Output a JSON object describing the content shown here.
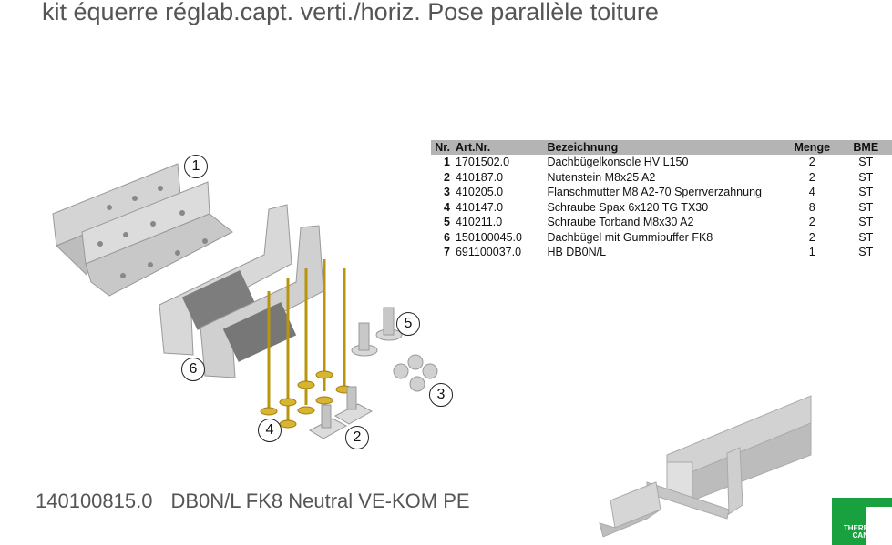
{
  "title": "kit équerre réglab.capt. verti./horiz. Pose parallèle toiture",
  "footer": {
    "article_number": "140100815.0",
    "description": "DB0N/L FK8 Neutral VE-KOM PE"
  },
  "parts_table": {
    "headers": [
      "Nr.",
      "Art.Nr.",
      "Bezeichnung",
      "Menge",
      "BME"
    ],
    "rows": [
      {
        "nr": "1",
        "art": "1701502.0",
        "bez": "Dachbügelkonsole HV L150",
        "menge": "2",
        "bme": "ST"
      },
      {
        "nr": "2",
        "art": "410187.0",
        "bez": "Nutenstein M8x25 A2",
        "menge": "2",
        "bme": "ST"
      },
      {
        "nr": "3",
        "art": "410205.0",
        "bez": "Flanschmutter M8 A2-70 Sperrverzahnung",
        "menge": "4",
        "bme": "ST"
      },
      {
        "nr": "4",
        "art": "410147.0",
        "bez": "Schraube Spax 6x120 TG TX30",
        "menge": "8",
        "bme": "ST"
      },
      {
        "nr": "5",
        "art": "410211.0",
        "bez": "Schraube Torband M8x30 A2",
        "menge": "2",
        "bme": "ST"
      },
      {
        "nr": "6",
        "art": "150100045.0",
        "bez": "Dachbügel mit Gummipuffer FK8",
        "menge": "2",
        "bme": "ST"
      },
      {
        "nr": "7",
        "art": "691100037.0",
        "bez": "HB DB0N/L",
        "menge": "1",
        "bme": "ST"
      }
    ]
  },
  "callouts": [
    "1",
    "2",
    "3",
    "4",
    "5",
    "6"
  ],
  "logo": {
    "text_line1": "THERE",
    "text_line2": "CAN",
    "color": "#19a13f"
  }
}
